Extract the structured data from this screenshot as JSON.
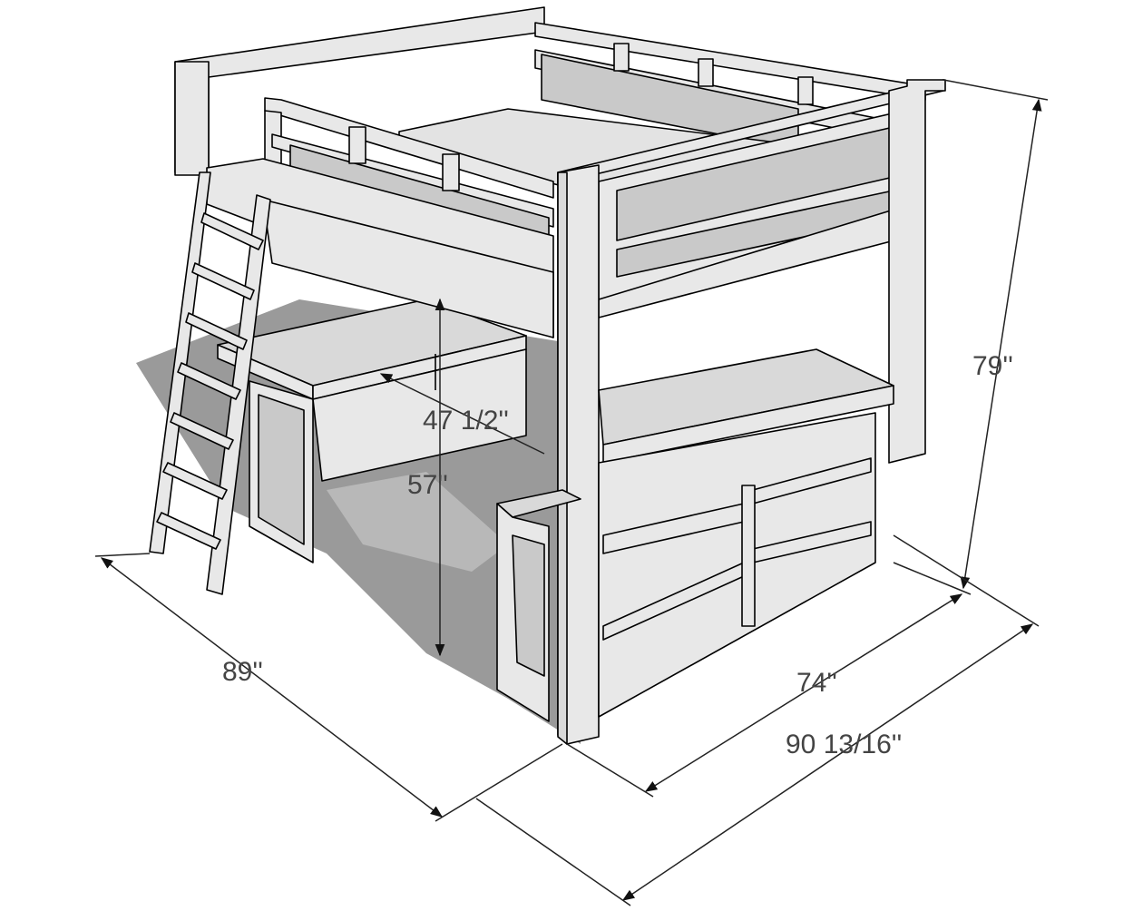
{
  "diagram": {
    "colors": {
      "wood": "#e8e8e8",
      "panel": "#c9c9c9",
      "shadow": "#9a9a9a",
      "shadow_light": "#b8b8b8",
      "mattress": "#e3e3e3",
      "line": "#000000",
      "dimension_line": "#222222",
      "label": "#444444"
    },
    "dimensions": {
      "height": "79''",
      "depth": "89''",
      "width_inner": "74''",
      "width_outer": "90 13/16''",
      "desk_to_bed": "47 1/2''",
      "floor_to_bed": "57''"
    }
  }
}
